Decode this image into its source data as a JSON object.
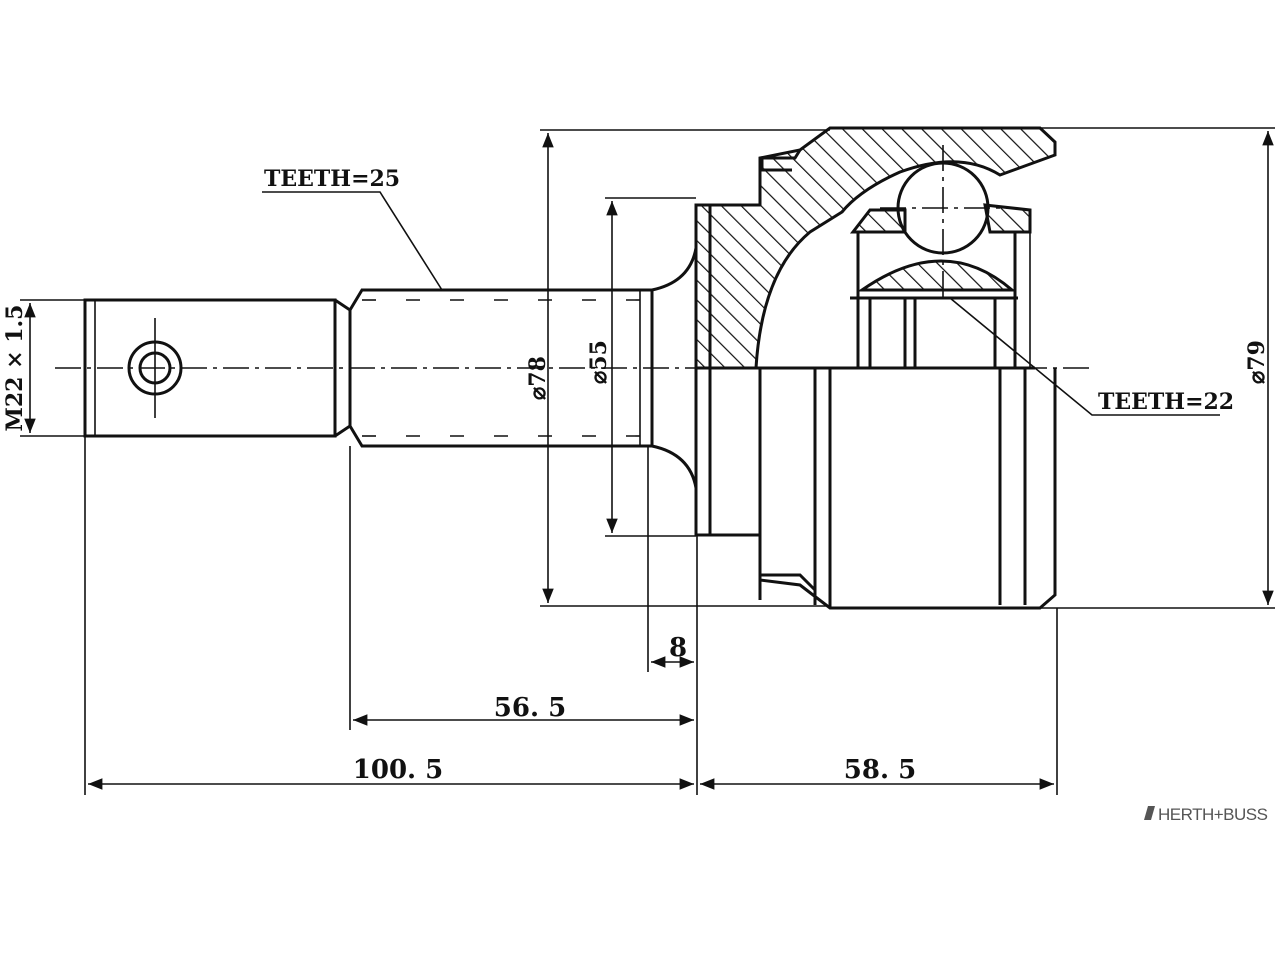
{
  "labels": {
    "teeth_outer": "TEETH=25",
    "teeth_inner": "TEETH=22",
    "thread": "M22 × 1.5",
    "dia_78": "⌀78",
    "dia_55": "⌀55",
    "dia_79": "⌀79",
    "len_8": "8",
    "len_56_5": "56. 5",
    "len_100_5": "100. 5",
    "len_58_5": "58. 5"
  },
  "brand": {
    "logo_text": "HERTH+BUSS"
  }
}
